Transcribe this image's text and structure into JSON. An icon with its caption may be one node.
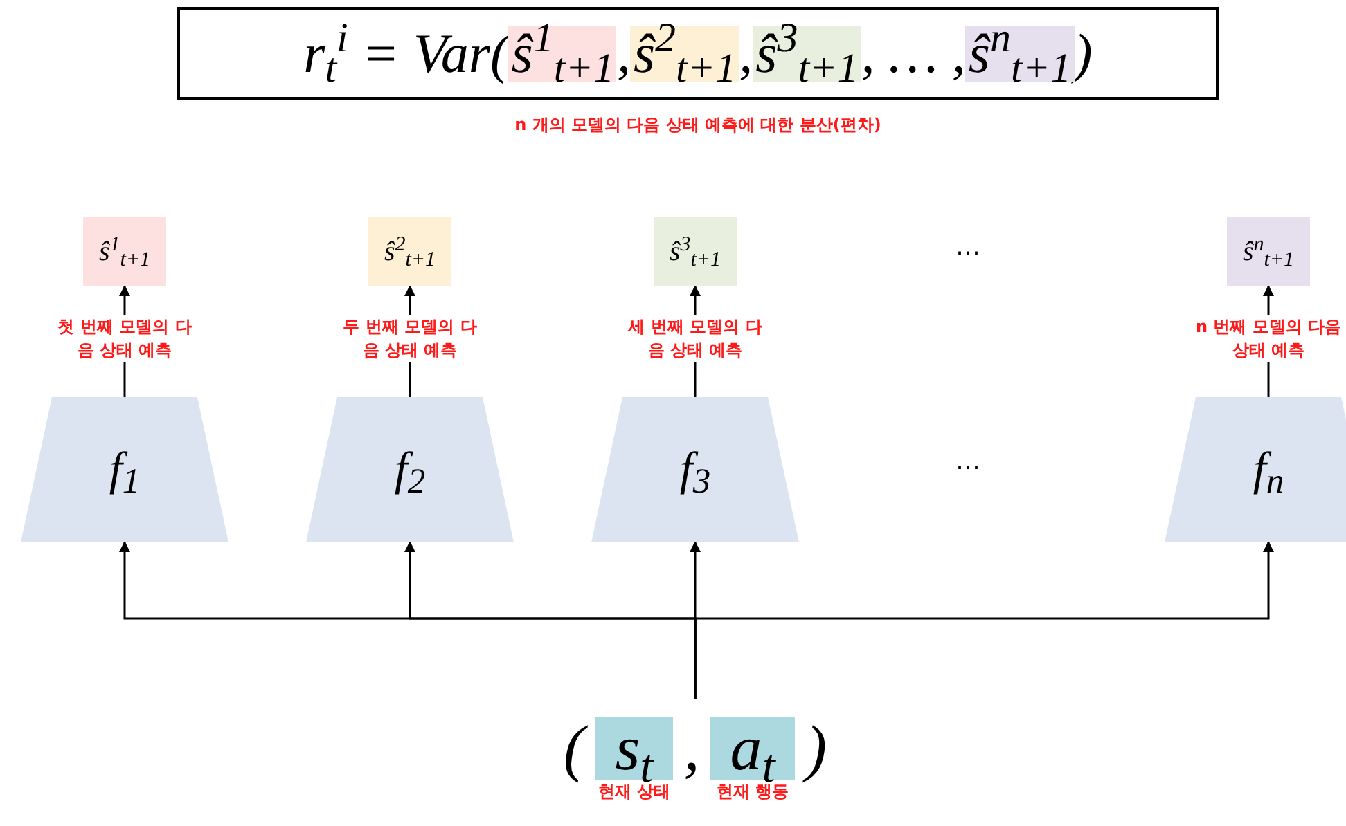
{
  "diagram": {
    "nodes": [
      {
        "text": [
          "r$_{t}$$^{i}$ = Var(",
          ",",
          ",",
          ", … ,",
          ")"
        ],
        "beside": [
          "n 개의 모델의 다음 상태 예측에 대한 분산(편차)"
        ]
      },
      {
        "text": [
          "ŝ$^{1}$$_{t+1}$"
        ],
        "in": 0
      },
      {
        "text": [
          "ŝ$^{2}$$_{t+1}$"
        ],
        "in": 0
      },
      {
        "text": [
          "ŝ$^{3}$$_{t+1}$"
        ],
        "in": 0
      },
      {
        "text": [
          "ŝ$^{n}$$_{t+1}$"
        ],
        "in": 0
      },
      {
        "text": [
          "ŝ$^{1}$$_{t+1}$"
        ]
      },
      {
        "text": [
          "ŝ$^{2}$$_{t+1}$"
        ]
      },
      {
        "text": [
          "ŝ$^{3}$$_{t+1}$"
        ]
      },
      {
        "text": [
          "ŝ$^{n}$$_{t+1}$"
        ]
      },
      {
        "text": [
          "f$_{1}$"
        ]
      },
      {
        "text": [
          "f$_{2}$"
        ]
      },
      {
        "text": [
          "f$_{3}$"
        ]
      },
      {
        "text": [
          "f$_{n}$"
        ]
      },
      {
        "text": [
          "(",
          ",",
          ")"
        ]
      },
      {
        "text": [
          "s$_{t}$"
        ],
        "in": 13,
        "beside": [
          "현재 상태"
        ]
      },
      {
        "text": [
          "a$_{t}$"
        ],
        "in": 13,
        "beside": [
          "현재 행동"
        ]
      }
    ],
    "edges": [
      {
        "from": 13,
        "to": 9,
        "arrow": "to"
      },
      {
        "from": 13,
        "to": 10,
        "arrow": "to"
      },
      {
        "from": 13,
        "to": 11,
        "arrow": "to"
      },
      {
        "from": 13,
        "to": 12,
        "arrow": "to"
      },
      {
        "from": 9,
        "to": 5,
        "arrow": "to",
        "label": "첫 번째 모델의 다음 상태 예측"
      },
      {
        "from": 10,
        "to": 6,
        "arrow": "to",
        "label": "두 번째 모델의 다음 상태 예측"
      },
      {
        "from": 11,
        "to": 7,
        "arrow": "to",
        "label": "세 번째 모델의 다음 상태 예측"
      },
      {
        "from": 12,
        "to": 8,
        "arrow": "to",
        "label": "n 번째 모델의 다음 상태 예측"
      }
    ],
    "labels": [
      "…",
      "…"
    ]
  }
}
